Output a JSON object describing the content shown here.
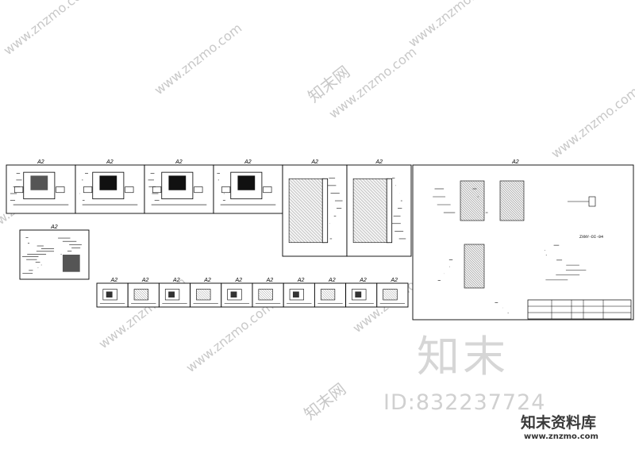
{
  "drawing": {
    "sheet_scale_label": "A2",
    "title_block_text": "ZXNY-DI-04"
  },
  "watermarks": {
    "site_url": "www.znzmo.com",
    "site_name_cn": "知末网",
    "big_text": "知末",
    "id_text": "ID:832237724"
  },
  "logo": {
    "name": "知末资料库",
    "url": "www.znzmo.com"
  }
}
